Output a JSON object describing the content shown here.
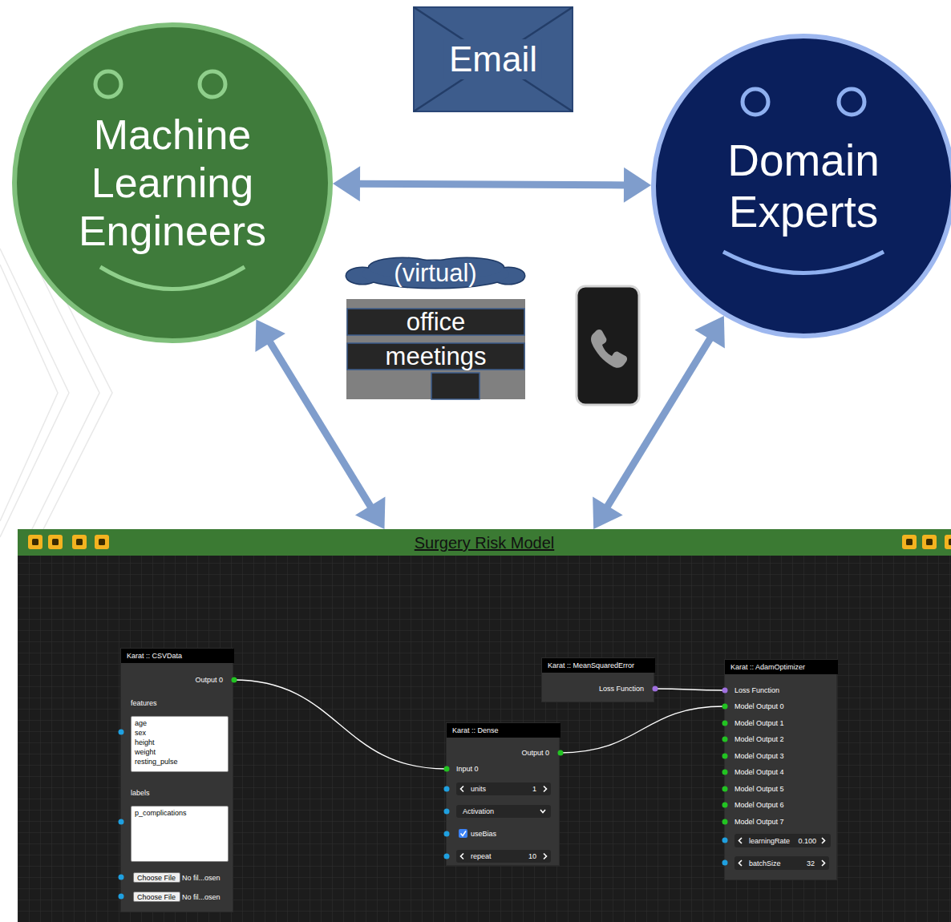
{
  "diagram": {
    "nodes": [
      {
        "text": [
          "Machine Learning Engineers"
        ]
      },
      {
        "text": [
          "Email"
        ]
      },
      {
        "text": [
          "Domain Experts"
        ]
      },
      {
        "text": [
          "(virtual)"
        ]
      },
      {
        "text": [
          "office",
          "meetings"
        ]
      },
      {
        "text": [
          "Surgery Risk Model"
        ]
      },
      {
        "text": [
          "Karat :: CSVData",
          "Output 0",
          "features",
          "labels"
        ],
        "in": 5
      },
      {
        "text": [
          "age",
          "sex",
          "height",
          "weight",
          "resting_pulse"
        ],
        "in": 6
      },
      {
        "text": [
          "p_complications"
        ],
        "in": 6
      },
      {
        "text": [
          "Choose File"
        ],
        "in": 6
      },
      {
        "text": [
          "Choose File"
        ],
        "in": 6
      },
      {
        "text": [
          "Karat :: MeanSquaredError",
          "Loss Function"
        ],
        "in": 5
      },
      {
        "text": [
          "Karat :: Dense",
          "Output 0",
          "Input 0",
          "useBias"
        ],
        "in": 5
      },
      {
        "text": [
          "units",
          "1"
        ],
        "in": 12
      },
      {
        "text": [
          "Activation"
        ],
        "in": 12
      },
      {
        "text": [
          "repeat",
          "10"
        ],
        "in": 12
      },
      {
        "text": [
          "Karat :: AdamOptimizer",
          "Loss Function",
          "Model Output 0",
          "Model Output 1",
          "Model Output 2",
          "Model Output 3",
          "Model Output 4",
          "Model Output 5",
          "Model Output 6",
          "Model Output 7"
        ],
        "in": 5
      },
      {
        "text": [
          "learningRate",
          "0.100"
        ],
        "in": 16
      },
      {
        "text": [
          "batchSize",
          "32"
        ],
        "in": 16
      }
    ],
    "edges": [
      {
        "from": 0,
        "to": 2,
        "arrow": "both"
      },
      {
        "from": 0,
        "to": 5,
        "arrow": "both"
      },
      {
        "from": 2,
        "to": 5,
        "arrow": "both"
      },
      {
        "from": 6,
        "to": 12,
        "arrow": "none"
      },
      {
        "from": 11,
        "to": 16,
        "arrow": "none"
      },
      {
        "from": 12,
        "to": 16,
        "arrow": "none"
      }
    ],
    "labels": [
      "No fil...osen",
      "No fil...osen"
    ]
  }
}
